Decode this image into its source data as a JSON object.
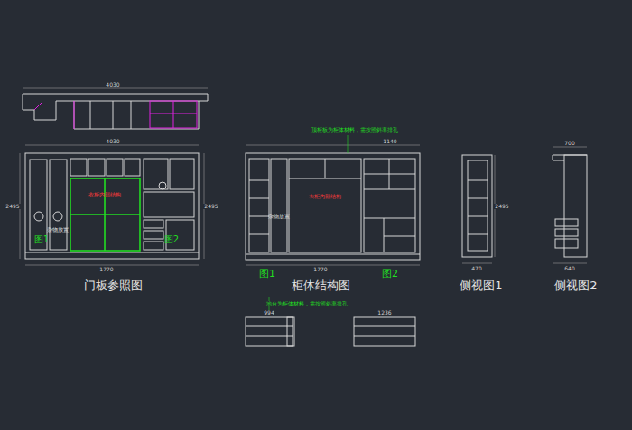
{
  "diagram": {
    "labels": [
      "4030",
      "4030",
      "2495",
      "2495",
      "1770",
      "杂物放置",
      "衣柜内部结构",
      "图1",
      "图2",
      "门板参照图",
      "顶柜板为柜体材料，需按照斜率排孔",
      "1140",
      "衣柜内部结构",
      "杂物放置",
      "1770",
      "图1",
      "图2",
      "柜体结构图",
      "地台为柜体材料，需按照斜率排孔",
      "994",
      "1236",
      "侧视图1",
      "2495",
      "侧视图2",
      "700",
      "640",
      "470"
    ]
  }
}
